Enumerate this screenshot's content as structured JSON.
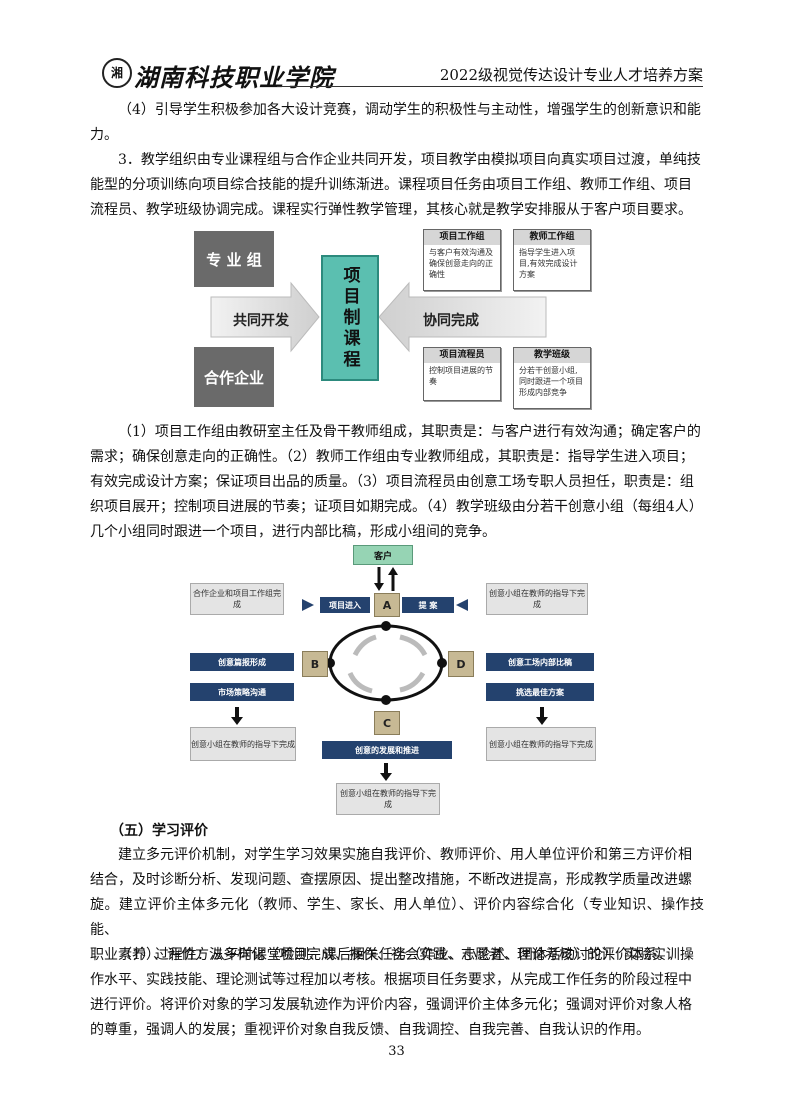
{
  "header": {
    "logo_mark": "湘",
    "school_name": "湖南科技职业学院",
    "doc_title": "2022级视觉传达设计专业人才培养方案"
  },
  "paragraphs": {
    "p1": [
      "（4）引导学生积极参加各大设计竞赛，调动学生的积极性与主动性，增强学生的创新意识和能",
      "力。"
    ],
    "p2": [
      "3．教学组织由专业课程组与合作企业共同开发，项目教学由模拟项目向真实项目过渡，单纯技",
      "能型的分项训练向项目综合技能的提升训练渐进。课程项目任务由项目工作组、教师工作组、项目",
      "流程员、教学班级协调完成。课程实行弹性教学管理，其核心就是教学安排服从于客户项目要求。"
    ],
    "p3": [
      "（1）项目工作组由教研室主任及骨干教师组成，其职责是：与客户进行有效沟通；确定客户的",
      "需求；确保创意走向的正确性。（2）教师工作组由专业教师组成，其职责是：指导学生进入项目；",
      "有效完成设计方案；保证项目出品的质量。（3）项目流程员由创意工场专职人员担任，职责是：组",
      "织项目展开；控制项目进展的节奏；证项目如期完成。（4）教学班级由分若干创意小组（每组4人）",
      "几个小组同时跟进一个项目，进行内部比稿，形成小组间的竞争。"
    ],
    "heading": "（五）学习评价",
    "p4": [
      "建立多元评价机制，对学生学习效果实施自我评价、教师评价、用人单位评价和第三方评价相",
      "结合，及时诊断分析、发现问题、查摆原因、提出整改措施，不断改进提高，形成教学质量改进螺",
      "旋。建立评价主体多元化（教师、学生、家长、用人单位）、评价内容综合化（专业知识、操作技能、",
      "职业素养）、评价方法多样化（项目完成、操作、社会实践、志愿者、理论考核）的评价体系。"
    ],
    "p5": [
      "（1）过程性：从平时课堂检测、课后相关任务（作业、小论述、团体活动讨论）、实验实训操",
      "作水平、实践技能、理论测试等过程加以考核。根据项目任务要求，从完成工作任务的阶段过程中",
      "进行评价。将评价对象的学习发展轨迹作为评价内容，强调评价主体多元化；强调对评价对象人格",
      "的尊重，强调人的发展；重视评价对象自我反馈、自我调控、自我完善、自我认识的作用。"
    ]
  },
  "figure1": {
    "left_top": "专 业 组",
    "left_bottom": "合作企业",
    "left_arrow": "共同开发",
    "center": "项目制课程",
    "right_arrow": "协同完成",
    "cards": [
      {
        "title": "项目工作组",
        "body": "与客户有效沟通及确保创意走向的正确性"
      },
      {
        "title": "教师工作组",
        "body": "指导学生进入项目,有效完成设计方案"
      },
      {
        "title": "项目流程员",
        "body": "控制项目进展的节奏"
      },
      {
        "title": "教学班级",
        "body": "分若干创意小组,同时跟进一个项目形成内部竞争"
      }
    ]
  },
  "figure2": {
    "client": "客户",
    "labels": [
      "A",
      "B",
      "C",
      "D"
    ],
    "top_left_gray": "合作企业和项目工作组完成",
    "top_left_navy": "项目进入",
    "top_right_navy": "提 案",
    "top_right_gray": "创意小组在教师的指导下完成",
    "left_navy_1": "创意篇报形成",
    "left_navy_2": "市场策略沟通",
    "left_gray": "创意小组在教师的指导下完成",
    "right_navy_1": "创意工场内部比稿",
    "right_navy_2": "挑选最佳方案",
    "right_gray": "创意小组在教师的指导下完成",
    "bottom_navy": "创意的发展和推进",
    "bottom_gray": "创意小组在教师的指导下完成"
  },
  "page_number": "33"
}
